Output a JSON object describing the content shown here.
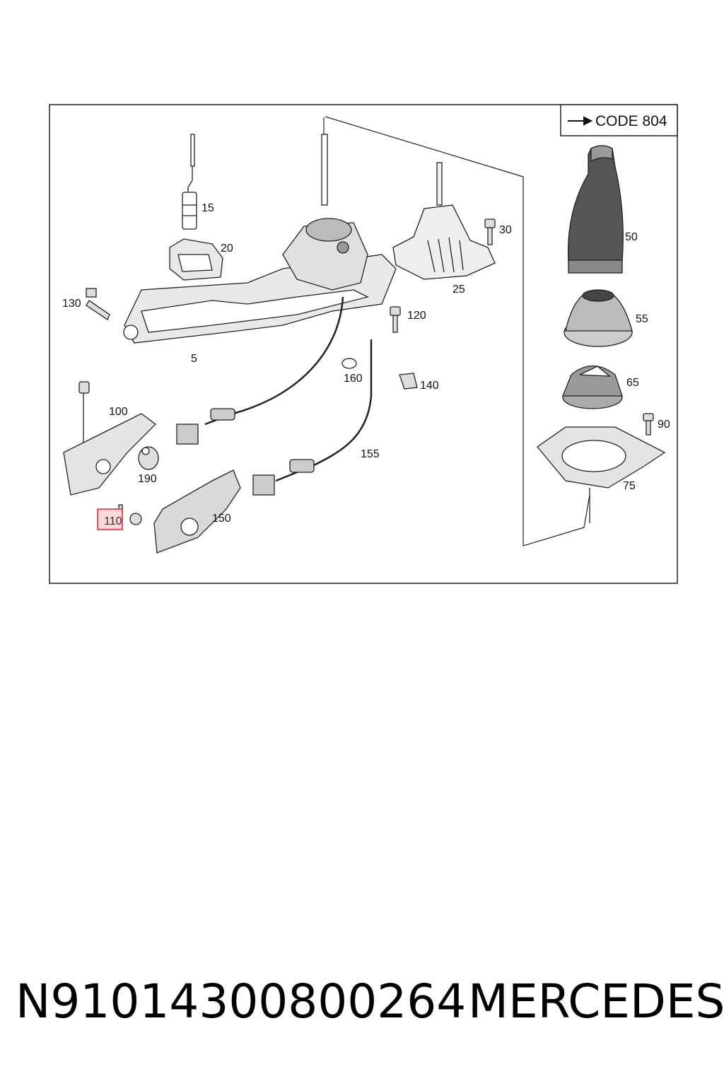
{
  "diagram": {
    "code_box": "CODE 804",
    "highlight_color": "#e8222b",
    "highlight_fill": "#f9d9da",
    "callouts": [
      {
        "id": "15",
        "label": "15"
      },
      {
        "id": "20",
        "label": "20"
      },
      {
        "id": "30",
        "label": "30"
      },
      {
        "id": "25",
        "label": "25"
      },
      {
        "id": "50",
        "label": "50"
      },
      {
        "id": "130",
        "label": "130"
      },
      {
        "id": "120",
        "label": "120"
      },
      {
        "id": "5",
        "label": "5"
      },
      {
        "id": "55",
        "label": "55"
      },
      {
        "id": "160",
        "label": "160"
      },
      {
        "id": "140",
        "label": "140"
      },
      {
        "id": "65",
        "label": "65"
      },
      {
        "id": "100",
        "label": "100"
      },
      {
        "id": "90",
        "label": "90"
      },
      {
        "id": "155",
        "label": "155"
      },
      {
        "id": "190",
        "label": "190"
      },
      {
        "id": "75",
        "label": "75"
      },
      {
        "id": "150",
        "label": "150"
      },
      {
        "id": "110",
        "label": "110",
        "highlighted": true
      }
    ]
  },
  "footer": {
    "part_number": "N91014300800264",
    "brand": "MERCEDES"
  }
}
